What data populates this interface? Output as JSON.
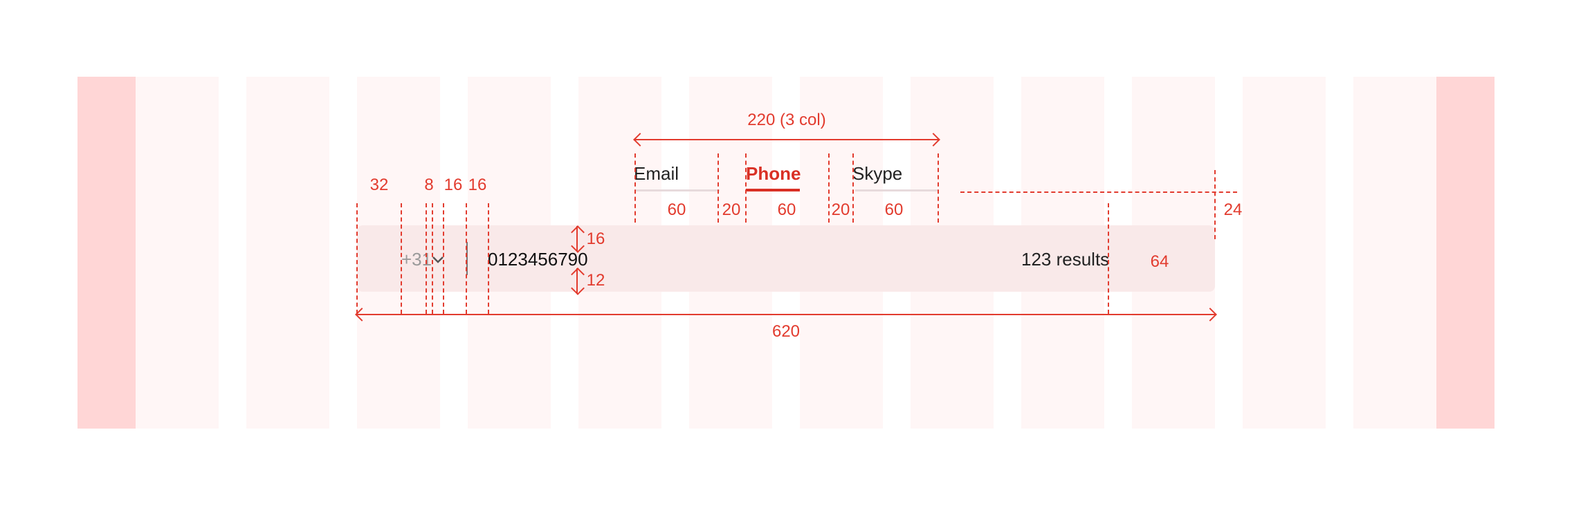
{
  "tabs": [
    {
      "label": "Email",
      "active": false
    },
    {
      "label": "Phone",
      "active": true
    },
    {
      "label": "Skype",
      "active": false
    }
  ],
  "field": {
    "country_code": "+31",
    "phone_value": "0123456790",
    "result_count": "123 results"
  },
  "measurements": {
    "tabs_width": "220 (3 col)",
    "padding_left": "32",
    "gap_chevron": "8",
    "gap_divider": "16",
    "gap_input": "16",
    "tab_email": "60",
    "gap_1": "20",
    "tab_phone": "60",
    "gap_2": "20",
    "tab_skype": "60",
    "tabs_bottom_gap": "24",
    "padding_top": "16",
    "padding_bottom": "12",
    "right_padding": "64",
    "field_width": "620"
  },
  "colors": {
    "accent": "#d93025",
    "guide": "#e23b2e",
    "margin_col": "#ffd6d6",
    "grid_col": "#fff6f6",
    "field_bg": "#f9e9e9"
  },
  "icons": [
    "chevron-down-icon"
  ]
}
